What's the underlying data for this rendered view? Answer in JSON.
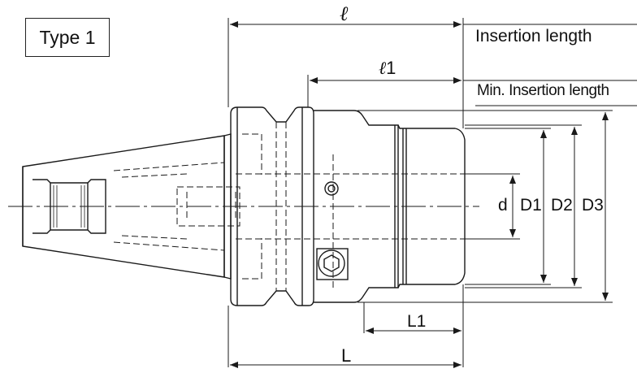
{
  "type_label": "Type 1",
  "dimensions": {
    "total_length_symbol": "ℓ",
    "insertion_length": "Insertion length",
    "min_insertion_symbol": "ℓ",
    "min_insertion_index": "1",
    "min_insertion_length": "Min. Insertion length",
    "L1": "L1",
    "L": "L",
    "d": "d",
    "D1": "D1",
    "D2": "D2",
    "D3": "D3"
  },
  "colors": {
    "line": "#1a1a1a",
    "text": "#111111",
    "background": "#ffffff"
  }
}
